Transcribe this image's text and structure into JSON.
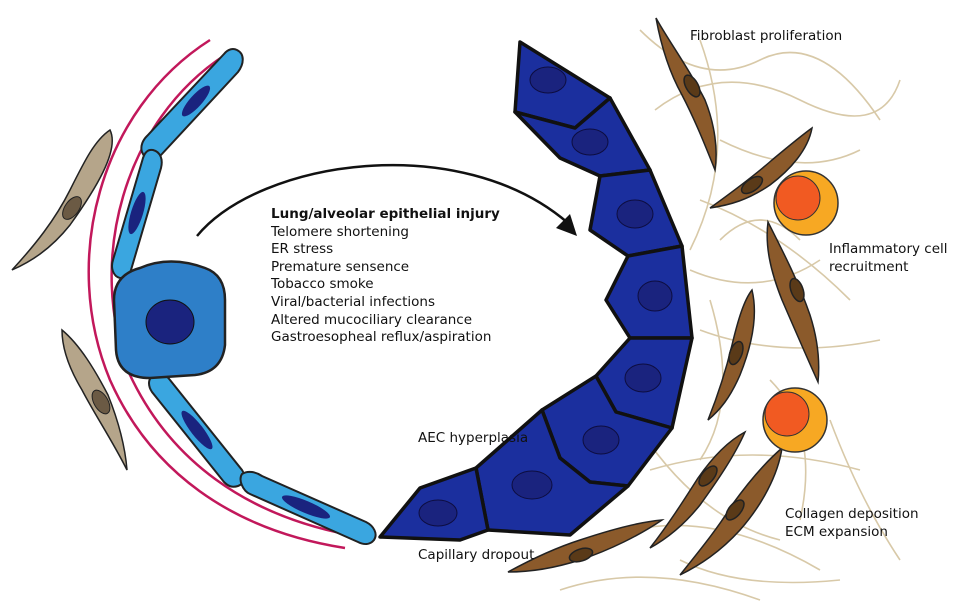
{
  "injury_list": {
    "heading": "Lung/alveolar epithelial injury",
    "items": [
      "Telomere shortening",
      "ER stress",
      "Premature sensence",
      "Tobacco smoke",
      "Viral/bacterial infections",
      "Altered mucociliary clearance",
      "Gastroesopheal reflux/aspiration"
    ]
  },
  "labels": {
    "fibroblast": "Fibroblast proliferation",
    "inflammatory_line1": "Inflammatory cell",
    "inflammatory_line2": "recruitment",
    "aec": "AEC hyperplasia",
    "capillary": "Capillary dropout",
    "collagen_line1": "Collagen deposition",
    "collagen_line2": "ECM expansion"
  },
  "colors": {
    "aec_type1": "#3aa6e0",
    "aec_type2": "#2e7fc8",
    "hyperplastic_cell": "#1b2f9e",
    "nucleus": "#1a237e",
    "fibroblast": "#8b5a2b",
    "resting_fibroblast": "#b5a58a",
    "inflammatory_cell": "#f47a20",
    "capillary": "#c2185b",
    "collagen": "#d8c9a8"
  }
}
